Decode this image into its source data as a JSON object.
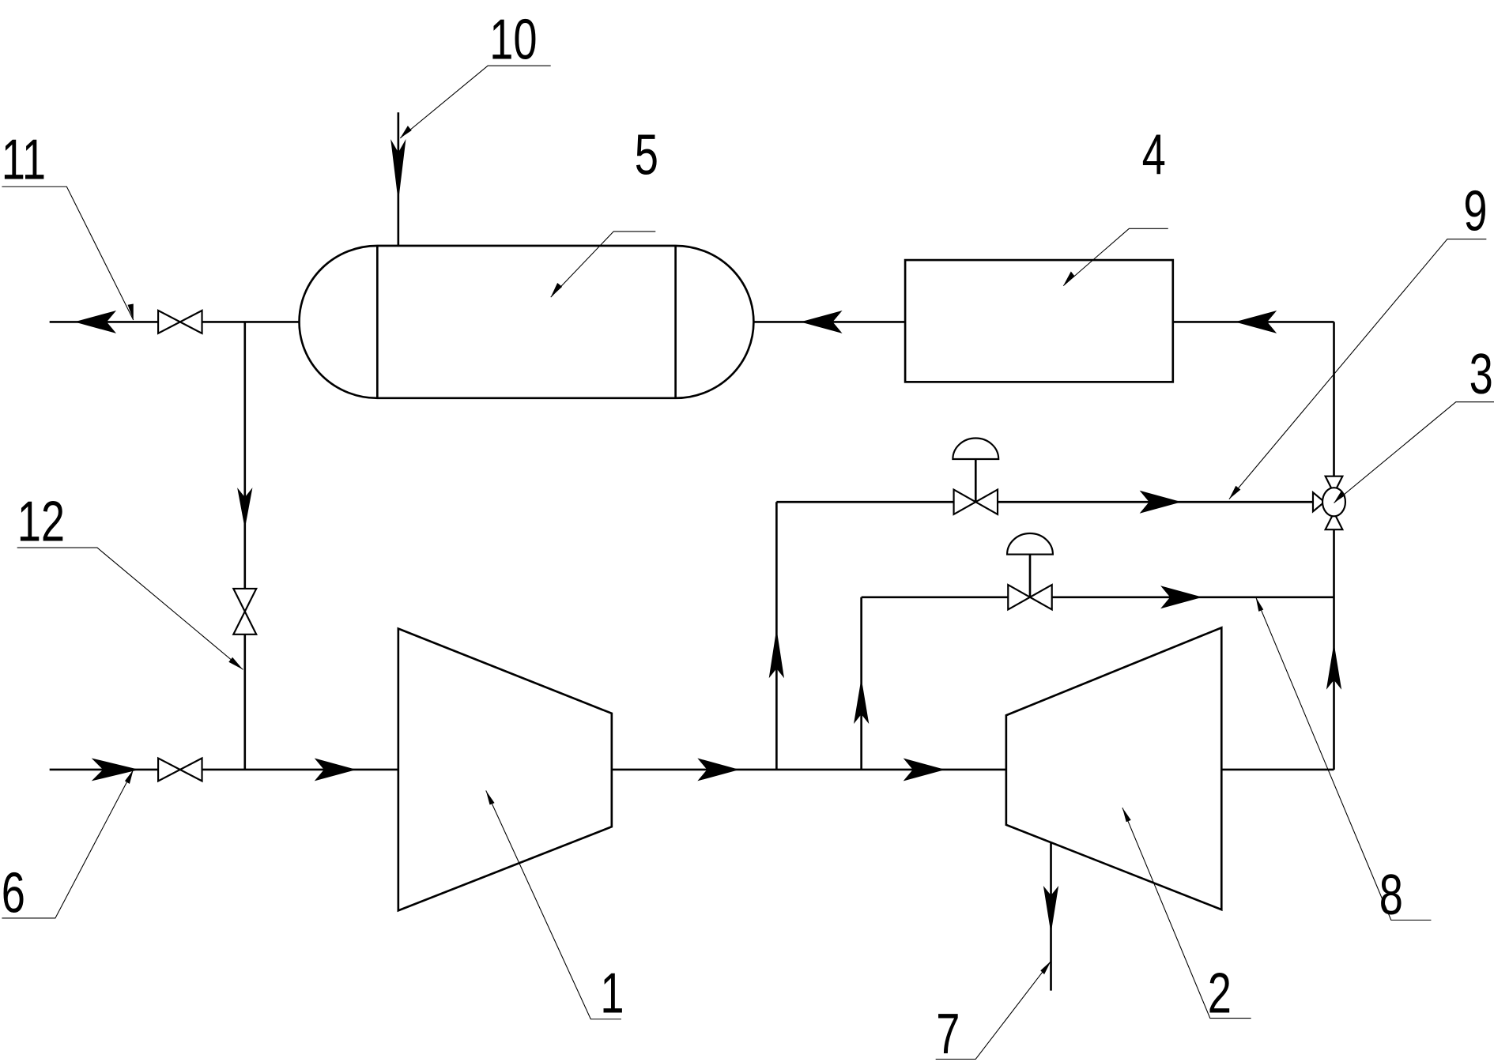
{
  "diagram": {
    "type": "process flow diagram",
    "line_color": "#000000",
    "background": "#ffffff",
    "labels": {
      "compressor": "1",
      "turbine": "2",
      "three_way_valve": "3",
      "unit_box": "4",
      "storage_vessel": "5",
      "inlet_stream": "6",
      "turbine_extraction_outlet": "7",
      "lower_bypass_line": "8",
      "upper_bypass_line": "9",
      "vessel_top_inlet": "10",
      "vessel_outlet": "11",
      "vessel_return_line": "12"
    },
    "components": [
      {
        "id": "1",
        "kind": "compressor"
      },
      {
        "id": "2",
        "kind": "turbine"
      },
      {
        "id": "3",
        "kind": "three-way valve"
      },
      {
        "id": "4",
        "kind": "rectangular unit"
      },
      {
        "id": "5",
        "kind": "horizontal vessel"
      }
    ],
    "valves": [
      {
        "name": "outlet-gate-valve",
        "kind": "gate"
      },
      {
        "name": "return-gate-valve",
        "kind": "gate"
      },
      {
        "name": "inlet-gate-valve",
        "kind": "gate"
      },
      {
        "name": "upper-control-valve",
        "kind": "control (diaphragm actuator)"
      },
      {
        "name": "lower-control-valve",
        "kind": "control (diaphragm actuator)"
      }
    ]
  }
}
